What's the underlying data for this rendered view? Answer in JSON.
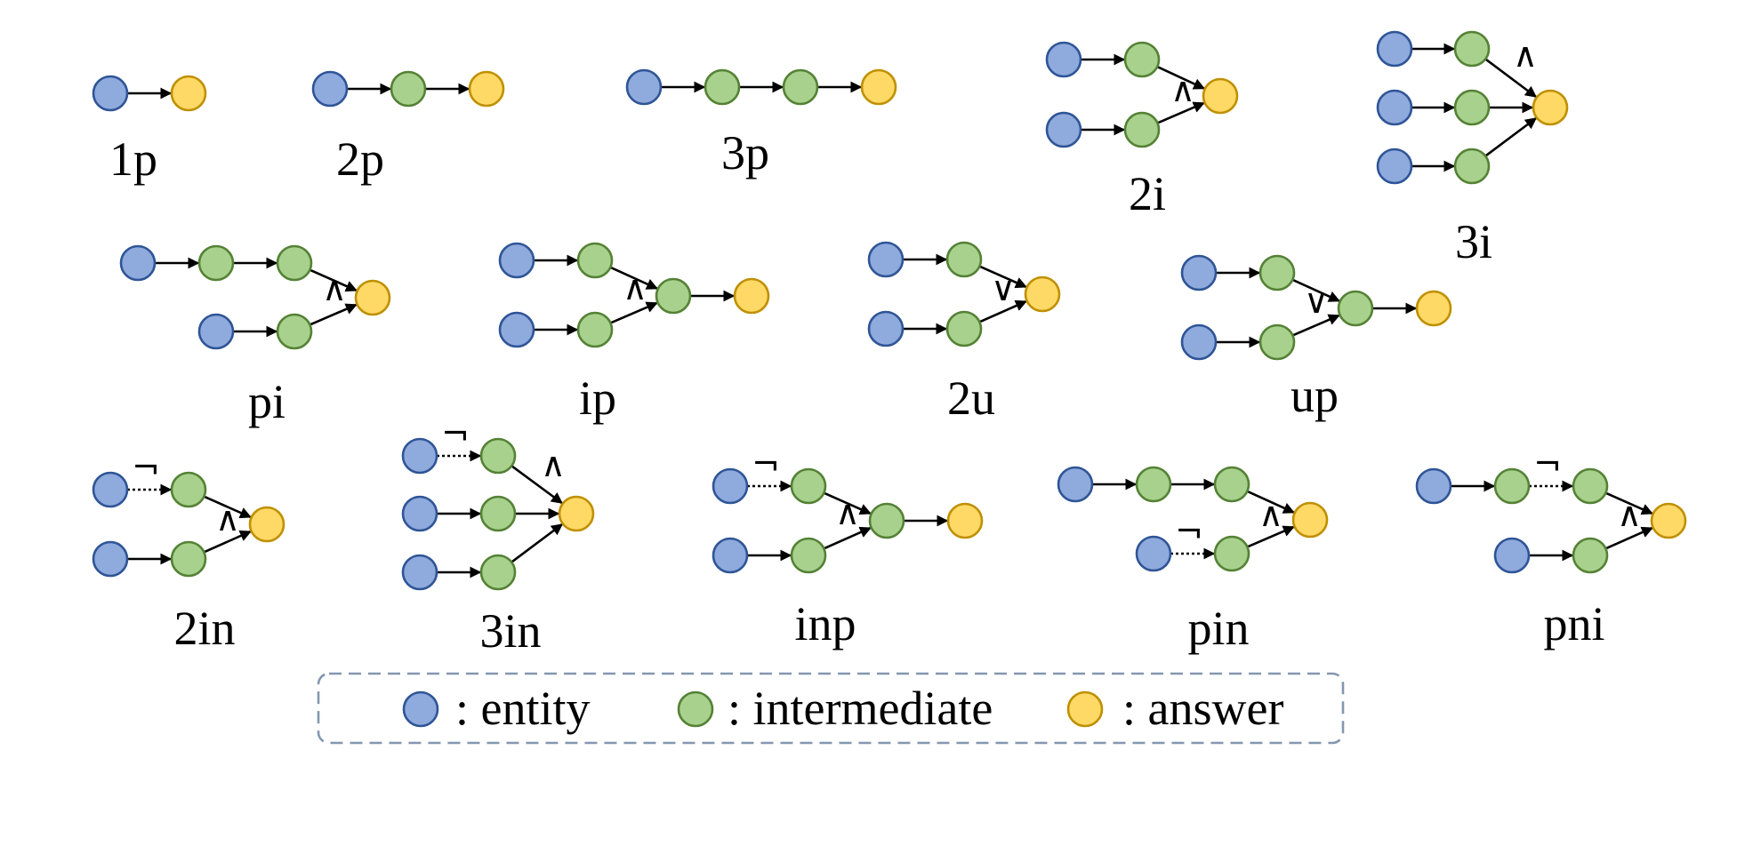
{
  "colors": {
    "entity_fill": "#8faadc",
    "entity_stroke": "#2f5597",
    "intermediate_fill": "#a9d18e",
    "intermediate_stroke": "#548235",
    "answer_fill": "#ffd966",
    "answer_stroke": "#bf9000",
    "legend_border": "#8497b0"
  },
  "operators": {
    "and": "∧",
    "or": "∨",
    "not": "¬"
  },
  "patterns": [
    {
      "id": "1p",
      "label": "1p"
    },
    {
      "id": "2p",
      "label": "2p"
    },
    {
      "id": "3p",
      "label": "3p"
    },
    {
      "id": "2i",
      "label": "2i"
    },
    {
      "id": "3i",
      "label": "3i"
    },
    {
      "id": "pi",
      "label": "pi"
    },
    {
      "id": "ip",
      "label": "ip"
    },
    {
      "id": "2u",
      "label": "2u"
    },
    {
      "id": "up",
      "label": "up"
    },
    {
      "id": "2in",
      "label": "2in"
    },
    {
      "id": "3in",
      "label": "3in"
    },
    {
      "id": "inp",
      "label": "inp"
    },
    {
      "id": "pin",
      "label": "pin"
    },
    {
      "id": "pni",
      "label": "pni"
    }
  ],
  "legend": {
    "entity": ": entity",
    "intermediate": ": intermediate",
    "answer": ": answer"
  }
}
